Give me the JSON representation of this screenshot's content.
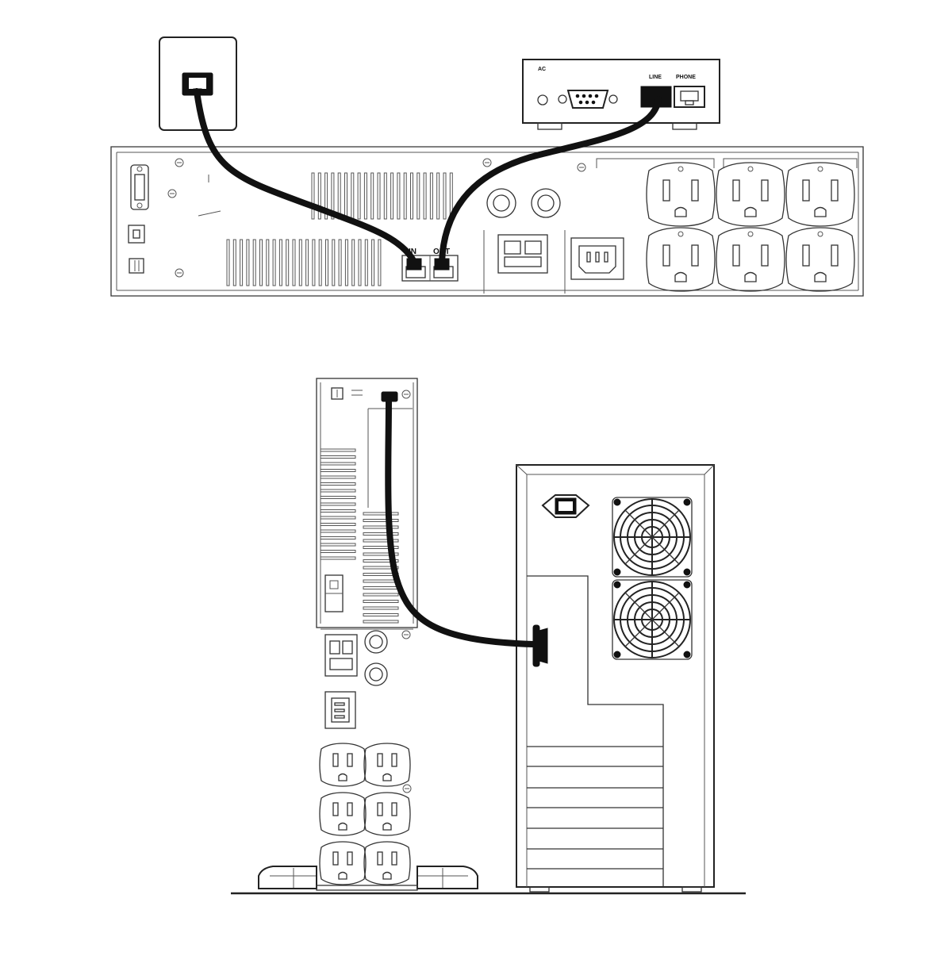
{
  "modem": {
    "ac_label": "AC",
    "line_label": "LINE",
    "phone_label": "PHONE"
  },
  "ups_rack": {
    "in_label": "IN",
    "out_label": "OUT"
  },
  "colors": {
    "line": "#222222",
    "cable": "#111111",
    "background": "#ffffff"
  }
}
